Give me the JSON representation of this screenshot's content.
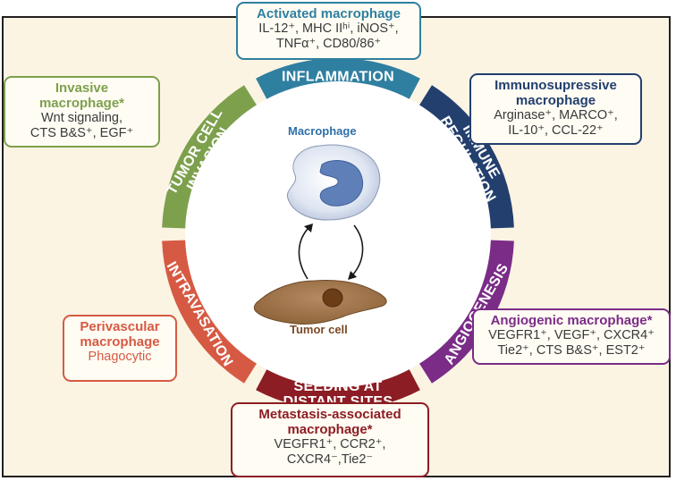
{
  "colors": {
    "inflammation": "#2f7fa0",
    "immune": "#233f6e",
    "angiogenesis": "#7a2c87",
    "seeding": "#8d1d24",
    "intravasation": "#d65a43",
    "invasion": "#7da04c",
    "macrophage_label": "#2f6fa8",
    "tumor_label": "#7b4a26"
  },
  "segments": [
    {
      "key": "inflammation",
      "lines": [
        "INFLAMMATION"
      ]
    },
    {
      "key": "immune",
      "lines": [
        "IMMUNE",
        "REGULATION"
      ]
    },
    {
      "key": "angiogenesis",
      "lines": [
        "ANGIOGENESIS"
      ]
    },
    {
      "key": "seeding",
      "lines": [
        "SEEDING AT",
        "DISTANT SITES"
      ]
    },
    {
      "key": "intravasation",
      "lines": [
        "INTRAVASATION"
      ]
    },
    {
      "key": "invasion",
      "lines": [
        "TUMOR CELL",
        "INVASION"
      ]
    }
  ],
  "center": {
    "macrophage": "Macrophage",
    "tumor_cell": "Tumor cell"
  },
  "boxes": {
    "activated": {
      "title": "Activated macrophage",
      "line1": "IL-12⁺, MHC IIʰⁱ, iNOS⁺,",
      "line2": "TNFα⁺, CD80/86⁺"
    },
    "immunosuppressive": {
      "title1": "Immunosupressive",
      "title2": "macrophage",
      "line1": "Arginase⁺, MARCO⁺,",
      "line2": "IL-10⁺, CCL-22⁺"
    },
    "angiogenic": {
      "title": "Angiogenic macrophage*",
      "line1": "VEGFR1⁺, VEGF⁺, CXCR4⁺",
      "line2": "Tie2⁺, CTS B&S⁺, EST2⁺"
    },
    "metastasis": {
      "title1": "Metastasis-associated",
      "title2": "macrophage*",
      "line1": "VEGFR1⁺, CCR2⁺,",
      "line2": "CXCR4⁻,Tie2⁻"
    },
    "perivascular": {
      "title1": "Perivascular",
      "title2": "macrophage",
      "line1": "Phagocytic"
    },
    "invasive": {
      "title1": "Invasive",
      "title2": "macrophage*",
      "line1": "Wnt signaling,",
      "line2": "CTS B&S⁺, EGF⁺"
    }
  }
}
